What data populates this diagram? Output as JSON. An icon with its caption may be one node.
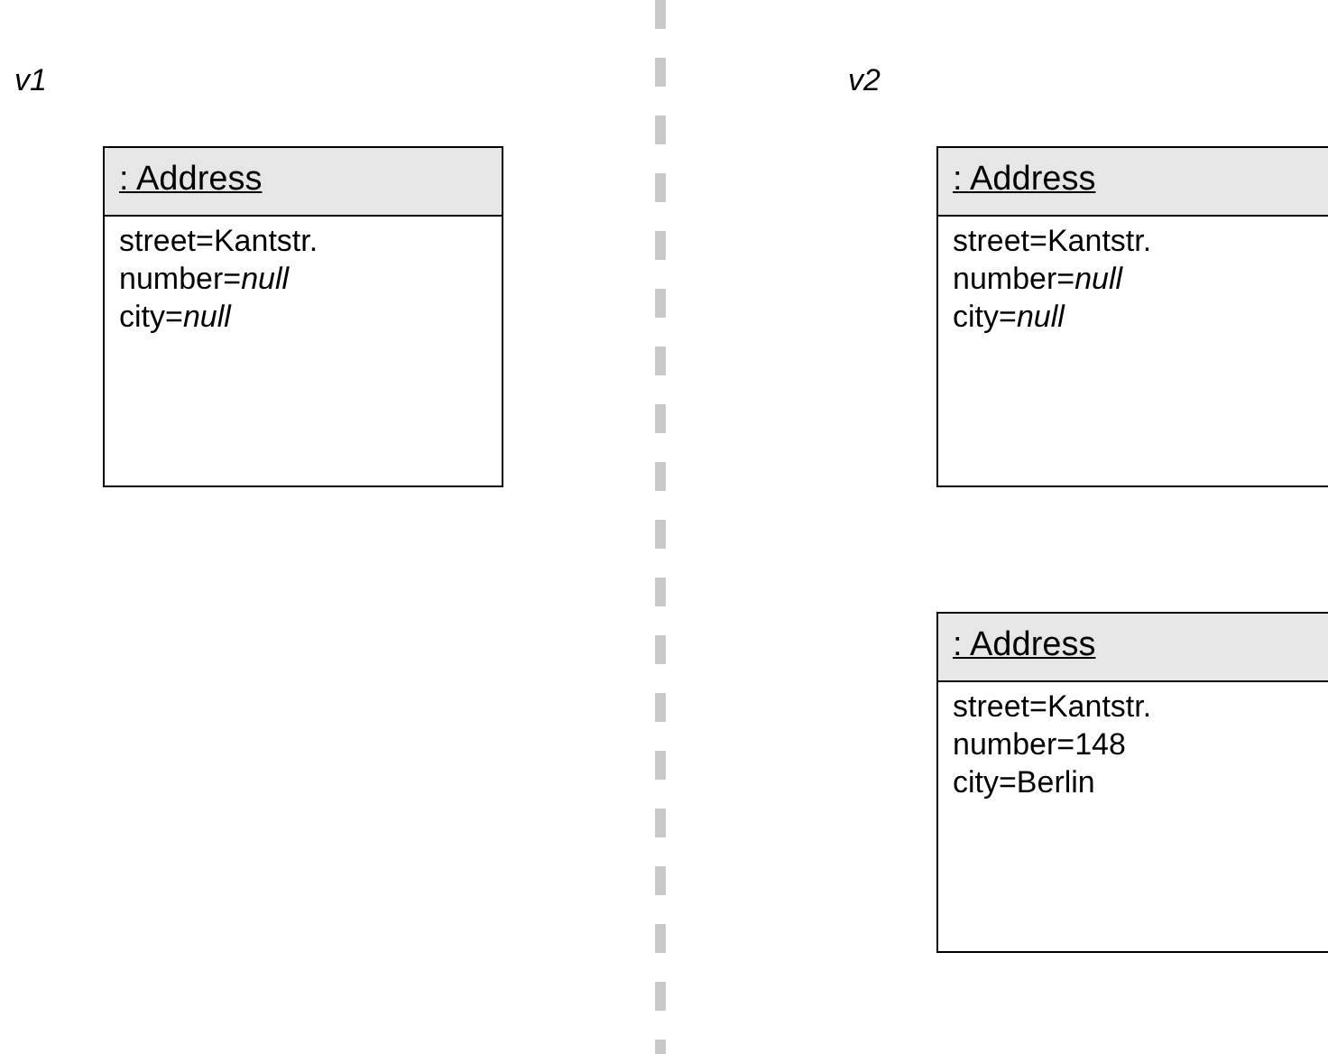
{
  "diagram": {
    "nodes": [
      {
        "text": [
          ": Address",
          "street=Kantstr.",
          "number=*null*",
          "city=*null*"
        ]
      },
      {
        "text": [
          ": Address",
          "street=Kantstr.",
          "number=*null*",
          "city=*null*"
        ]
      },
      {
        "text": [
          ": Address",
          "street=Kantstr.",
          "number=148",
          "city=Berlin"
        ]
      }
    ],
    "labels": [
      "v1",
      "v2"
    ]
  }
}
